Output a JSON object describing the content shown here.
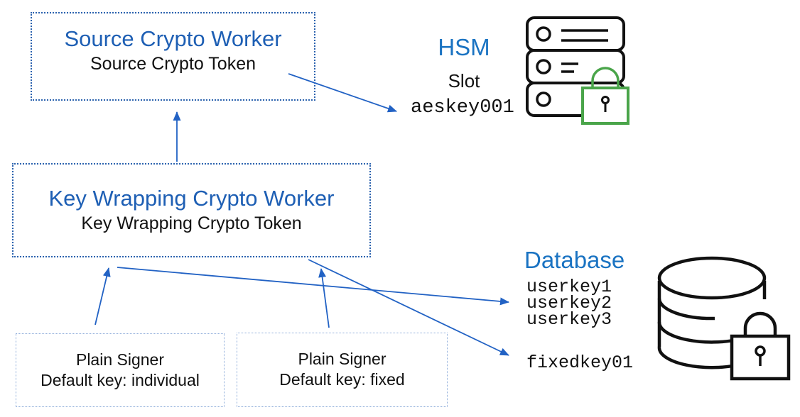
{
  "colors": {
    "title_blue": "#1e5fb4",
    "label_blue": "#1a73c2",
    "arrow_blue": "#2262c4",
    "box_border_blue": "#2b62ae",
    "signer_border_blue": "#8fadda",
    "lock_green": "#4aa54a"
  },
  "boxes": {
    "source_worker": {
      "title": "Source Crypto Worker",
      "token": "Source Crypto Token"
    },
    "key_wrapping_worker": {
      "title": "Key Wrapping Crypto Worker",
      "token": "Key Wrapping Crypto Token"
    },
    "plain_signer_individual": {
      "title": "Plain Signer",
      "subtitle": "Default key: individual"
    },
    "plain_signer_fixed": {
      "title": "Plain Signer",
      "subtitle": "Default key: fixed"
    }
  },
  "hsm": {
    "label": "HSM",
    "slot_label": "Slot",
    "key_name": "aeskey001"
  },
  "database": {
    "label": "Database",
    "user_keys": [
      "userkey1",
      "userkey2",
      "userkey3"
    ],
    "fixed_key": "fixedkey01"
  },
  "icons": {
    "hsm_server_icon": "server-rack",
    "hsm_lock_icon": "green-padlock",
    "database_icon": "database-cylinder",
    "database_lock_icon": "black-padlock"
  }
}
